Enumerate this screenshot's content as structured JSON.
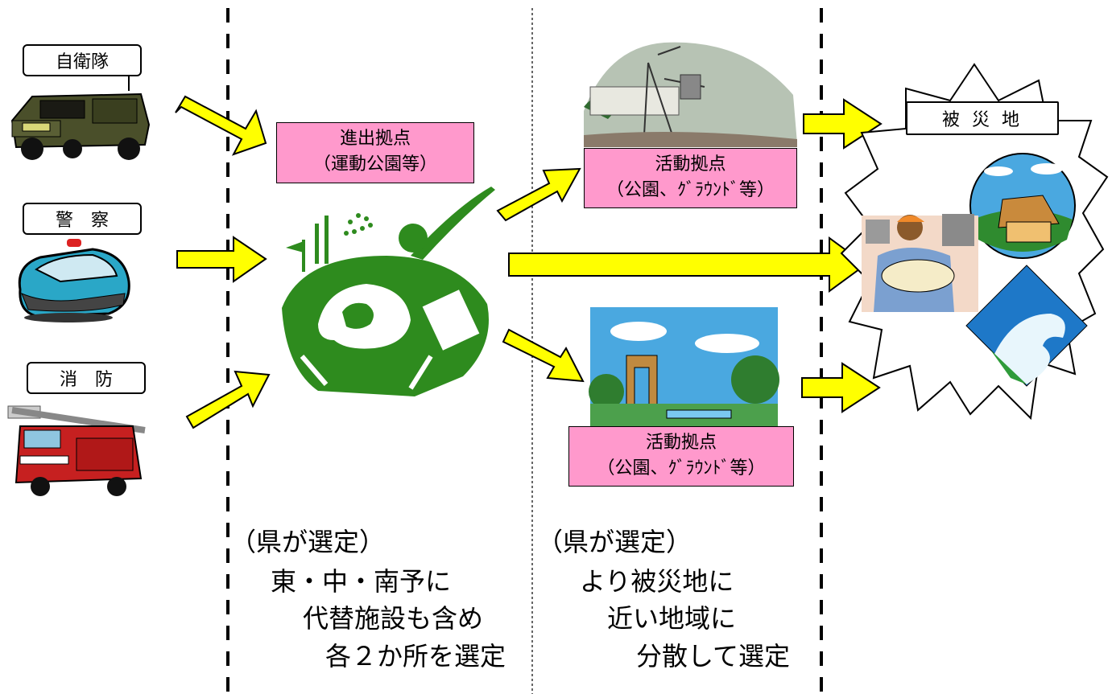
{
  "forces": {
    "jsdf": "自衛隊",
    "police": "警　察",
    "fire": "消　防"
  },
  "staging_base": {
    "title": "進出拠点",
    "subtitle": "（運動公園等）"
  },
  "activity_base_1": {
    "title": "活動拠点",
    "subtitle": "（公園、ｸﾞﾗｳﾝﾄﾞ等）"
  },
  "activity_base_2": {
    "title": "活動拠点",
    "subtitle": "（公園、ｸﾞﾗｳﾝﾄﾞ等）"
  },
  "disaster_area": "被 災 地",
  "note_left": {
    "line1": "（県が選定）",
    "line2": "東・中・南予に",
    "line3": "代替施設も含め",
    "line4": "各２か所を選定"
  },
  "note_right": {
    "line1": "（県が選定）",
    "line2": "より被災地に",
    "line3": "近い地域に",
    "line4": "分散して選定"
  },
  "colors": {
    "arrow_fill": "#ffff00",
    "base_fill": "#ff99cc",
    "park_green": "#2e8b1e"
  }
}
